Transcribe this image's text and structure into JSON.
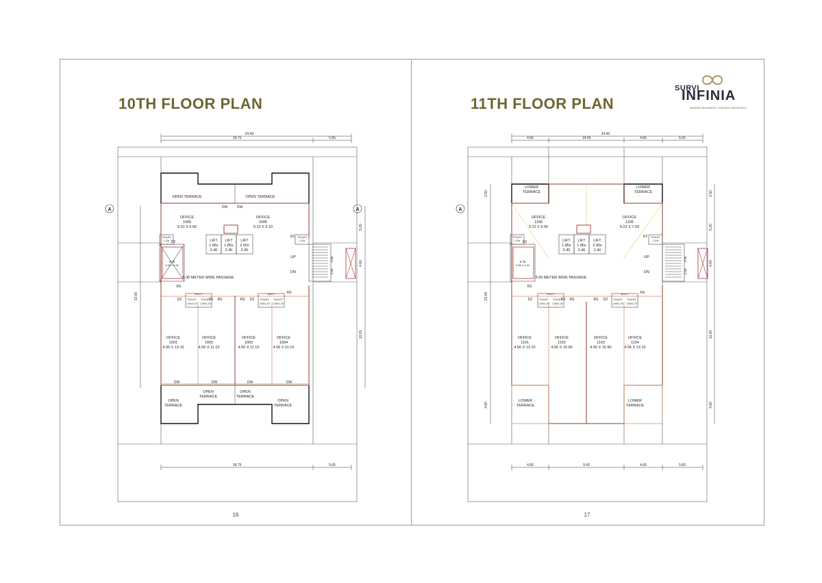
{
  "brand": {
    "name_top": "SURVI",
    "name_main": "INFINIA",
    "tagline": "WHERE BUSINESS THRIVES INFINITELY"
  },
  "pages": [
    {
      "title": "10TH FLOOR PLAN",
      "page_number": "16",
      "dims": {
        "total_width": "24.40",
        "left_width": "18.75",
        "right_width": "5.65",
        "bottom_left": "18.75",
        "bottom_right": "5.65",
        "height": "23.00",
        "right_upper": "5.20",
        "right_mid": "4.60",
        "right_lower": "13.20",
        "stair_a": "2.00",
        "stair_b": "2.00"
      },
      "terraces_top": [
        "OPEN TERRACE",
        "OPEN TERRACE"
      ],
      "offices_top": [
        {
          "label": "OFFICE",
          "number": "1006",
          "size": "9.22 X 6.50"
        },
        {
          "label": "OFFICE",
          "number": "1005",
          "size": "9.22 X 5.10"
        }
      ],
      "lifts": [
        {
          "label": "LIFT",
          "size": "1.85x",
          "size2": "2.40"
        },
        {
          "label": "LIFT",
          "size": "1.85x",
          "size2": "2.40"
        },
        {
          "label": "LIFT",
          "size": "2.00x",
          "size2": "2.40"
        }
      ],
      "passage": "5.00 METER WIDE PASSAGE",
      "offices_bottom": [
        {
          "label": "OFFICE",
          "number": "1001",
          "size": "4.56 X 13.10"
        },
        {
          "label": "OFFICE",
          "number": "1002",
          "size": "4.56 X 11.10"
        },
        {
          "label": "OFFICE",
          "number": "1003",
          "size": "4.56 X 11.10"
        },
        {
          "label": "OFFICE",
          "number": "1004",
          "size": "4.56 X 11.10"
        }
      ],
      "terraces_bottom": [
        "OPEN TERRACE",
        "OPEN TERRACE",
        "OPEN TERRACE",
        "OPEN TERRACE"
      ],
      "labels": {
        "dw": "DW",
        "d2": "D2",
        "rs": "RS",
        "up": "UP",
        "dn": "DN",
        "duct": "DUCT",
        "toilet": "TOILET",
        "toilet_size": "1.50x1.20",
        "toilet_side": "1.20x",
        "toilet_side2": "1.50",
        "shaft": "0.75",
        "shaft2": "2.90 x 4.40",
        "axis": "A"
      }
    },
    {
      "title": "11TH FLOOR PLAN",
      "page_number": "17",
      "dims": {
        "total_width": "24.40",
        "seg1": "4.66",
        "seg2": "14.09",
        "seg3": "4.66",
        "seg4": "5.65",
        "bottom_seg1": "4.66",
        "bottom_seg2": "9.43",
        "bottom_seg3": "4.66",
        "bottom_seg4": "5.65",
        "height": "23.00",
        "left_top": "2.50",
        "right_top": "2.50",
        "right_upper": "5.20",
        "right_mid": "4.60",
        "right_lower": "13.20",
        "left_bottom": "4.80",
        "right_bottom": "4.80",
        "stair_a": "2.00",
        "stair_b": "2.00"
      },
      "terraces_top": [
        "LOWER TERRACE",
        "LOWER TERRACE"
      ],
      "offices_top": [
        {
          "label": "OFFICE",
          "number": "1106",
          "size": "9.22 X 9.00"
        },
        {
          "label": "OFFICE",
          "number": "1105",
          "size": "9.22 X 7.60"
        }
      ],
      "lifts": [
        {
          "label": "LIFT",
          "size": "1.85x",
          "size2": "2.40"
        },
        {
          "label": "LIFT",
          "size": "1.85x",
          "size2": "2.40"
        },
        {
          "label": "LIFT",
          "size": "2.00x",
          "size2": "2.40"
        }
      ],
      "passage": "5.00 METER WIDE PASSAGE",
      "offices_bottom": [
        {
          "label": "OFFICE",
          "number": "1101",
          "size": "4.56 X 13.10"
        },
        {
          "label": "OFFICE",
          "number": "1102",
          "size": "4.56 X 15.90"
        },
        {
          "label": "OFFICE",
          "number": "1103",
          "size": "4.56 X 15.90"
        },
        {
          "label": "OFFICE",
          "number": "1104",
          "size": "4.56 X 13.10"
        }
      ],
      "terraces_bottom": [
        "LOWER TERRACE",
        "LOWER TERRACE"
      ],
      "labels": {
        "dw": "DW",
        "d2": "D2",
        "rs": "RS",
        "up": "UP",
        "dn": "DN",
        "duct": "DUCT",
        "toilet": "TOILET",
        "toilet_size": "1.50x1.20",
        "toilet_side": "1.20x",
        "toilet_side2": "1.50",
        "shaft": "0.75",
        "shaft2": "2.90 x 4.40",
        "axis": "A"
      }
    }
  ]
}
